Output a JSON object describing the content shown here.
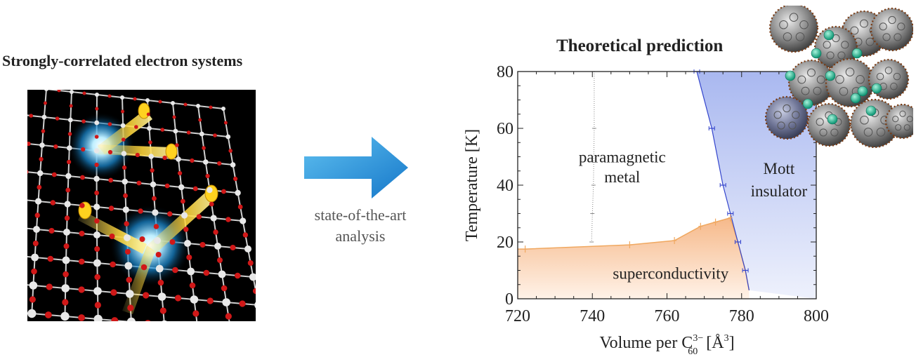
{
  "left_title": "Strongly-correlated electron systems",
  "arrow_caption": [
    "state-of-the-art",
    "analysis"
  ],
  "chart_title": "Theoretical prediction",
  "colors": {
    "superconductivity_fill": "#f6b98a",
    "mott_fill": "#a9b8f0",
    "boundary_line": "#3344cc",
    "sc_line": "#f0a860",
    "pm_line": "#888888"
  },
  "chart_data": {
    "type": "line",
    "title": "Theoretical prediction",
    "xlabel_main": "Volume per C",
    "xlabel_sub": "60",
    "xlabel_sup": "3−",
    "xlabel_unit": "[Å",
    "xlabel_unit_sup": "3",
    "xlabel_unit_close": "]",
    "ylabel": "Temperature [K]",
    "xlim": [
      720,
      800
    ],
    "ylim": [
      0,
      80
    ],
    "xticks": [
      "720",
      "740",
      "760",
      "780",
      "800"
    ],
    "yticks": [
      "0",
      "20",
      "40",
      "60",
      "80"
    ],
    "regions": [
      {
        "label": "paramagnetic",
        "label2": "metal"
      },
      {
        "label": "Mott",
        "label2": "insulator"
      },
      {
        "label": "superconductivity",
        "label2": ""
      }
    ],
    "series": [
      {
        "points": [
          [
            722,
            17.5
          ],
          [
            750,
            19
          ],
          [
            762,
            20.5
          ],
          [
            769,
            25.5
          ],
          [
            773,
            27
          ],
          [
            777,
            28.5
          ],
          [
            779,
            20
          ],
          [
            781,
            10
          ],
          [
            782,
            3
          ]
        ]
      },
      {
        "points": [
          [
            768,
            80
          ],
          [
            772,
            60
          ],
          [
            775,
            40
          ],
          [
            777,
            30
          ],
          [
            779,
            20
          ],
          [
            781,
            10
          ],
          [
            782,
            3
          ]
        ]
      },
      {
        "points": [
          [
            740.5,
            80
          ],
          [
            740.5,
            60
          ],
          [
            740.3,
            40
          ],
          [
            740,
            30
          ],
          [
            739.8,
            20
          ]
        ]
      }
    ]
  }
}
